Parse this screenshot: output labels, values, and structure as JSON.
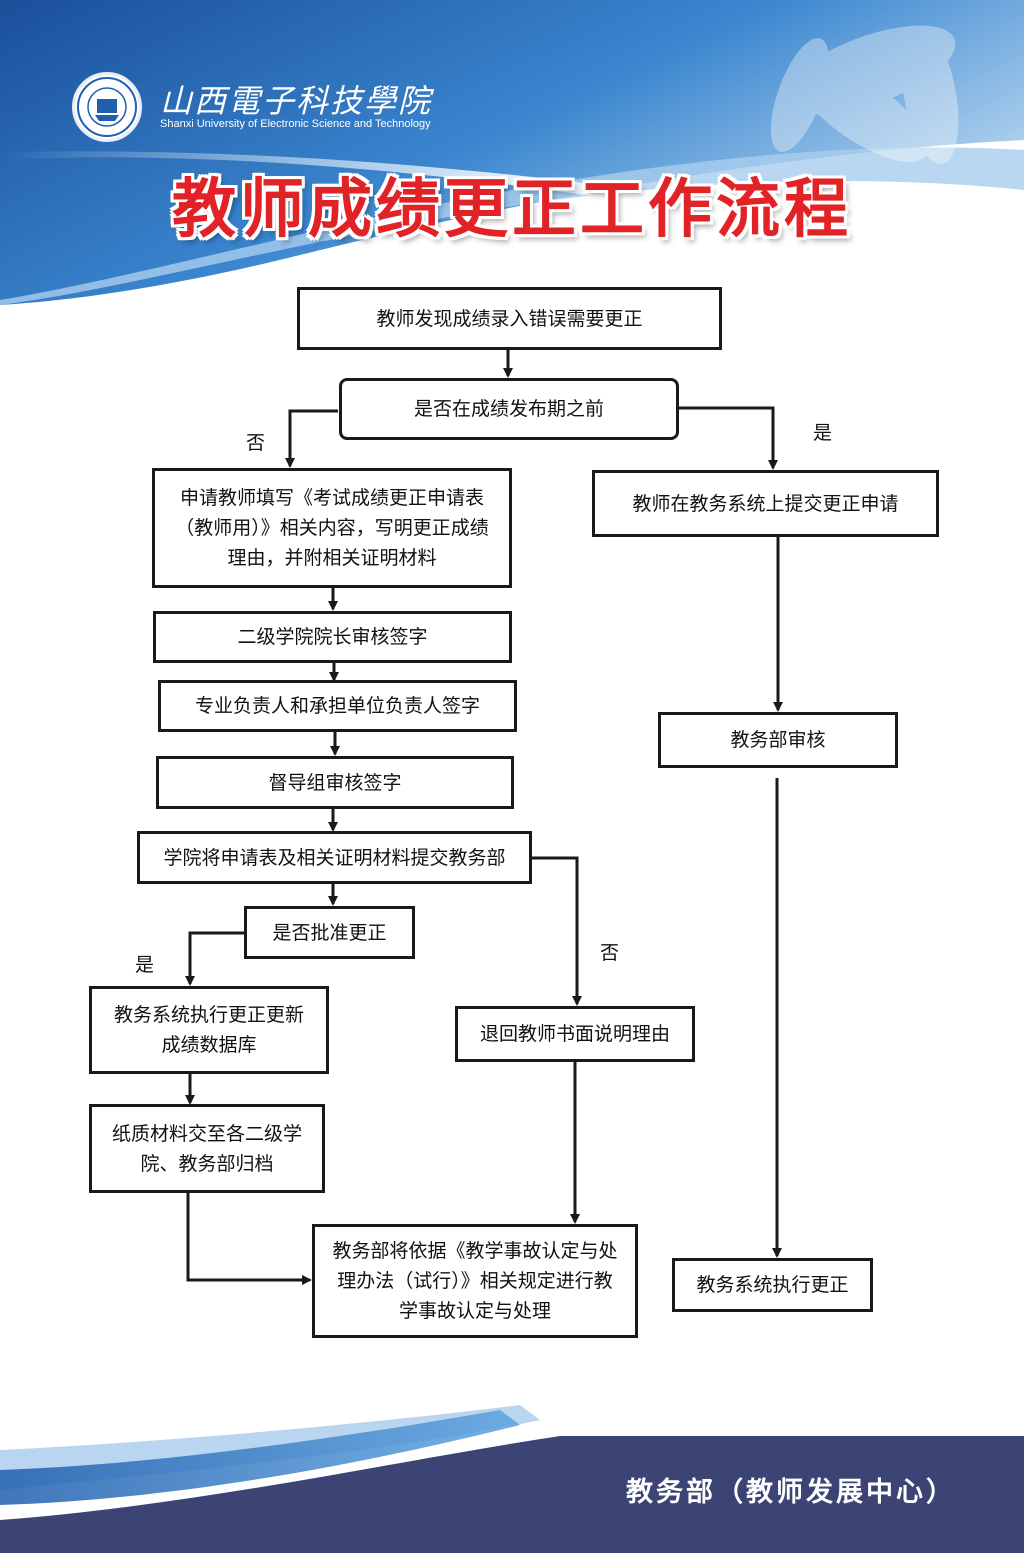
{
  "header": {
    "school_name_cn": "山西電子科技學院",
    "school_name_en": "Shanxi University of Electronic Science and Technology",
    "title": "教师成绩更正工作流程"
  },
  "flow": {
    "start": "教师发现成绩录入错误需要更正",
    "decision_period": "是否在成绩发布期之前",
    "label_no_left": "否",
    "label_yes_right": "是",
    "apply_form": "申请教师填写《考试成绩更正申请表（教师用）》相关内容，写明更正成绩理由，并附相关证明材料",
    "dean_sign": "二级学院院长审核签字",
    "major_sign": "专业负责人和承担单位负责人签字",
    "supervisor_sign": "督导组审核签字",
    "submit_office": "学院将申请表及相关证明材料提交教务部",
    "decision_approve": "是否批准更正",
    "label_yes_approve": "是",
    "label_no_approve": "否",
    "execute_update": "教务系统执行更正更新成绩数据库",
    "archive": "纸质材料交至各二级学院、教务部归档",
    "return_teacher": "退回教师书面说明理由",
    "incident": "教务部将依据《教学事故认定与处理办法（试行）》相关规定进行教学事故认定与处理",
    "online_submit": "教师在教务系统上提交更正申请",
    "office_review": "教务部审核",
    "system_execute": "教务系统执行更正"
  },
  "footer": {
    "department": "教务部（教师发展中心）"
  },
  "colors": {
    "title_red": "#e12227",
    "blue": "#1f5fae",
    "light_blue": "#cfe0f3",
    "footer_navy": "#3b4475",
    "line": "#1a1a1a"
  }
}
